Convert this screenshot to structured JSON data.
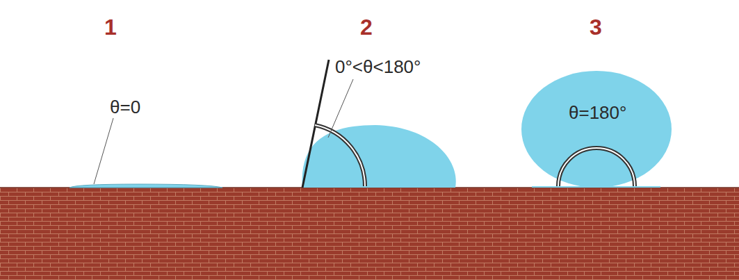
{
  "diagram": {
    "labels": [
      "1",
      "2",
      "3",
      "θ=0",
      "0°<θ<180°",
      "θ=180°"
    ]
  }
}
